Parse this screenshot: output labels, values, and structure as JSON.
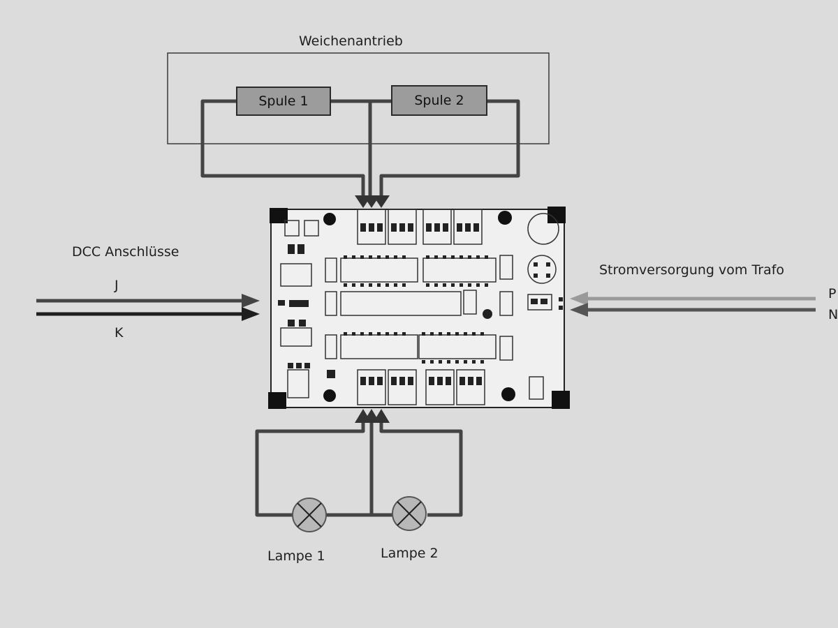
{
  "turnout": {
    "title": "Weichenantrieb",
    "coil1": "Spule 1",
    "coil2": "Spule 2"
  },
  "dcc": {
    "title": "DCC Anschlüsse",
    "wire_j": "J",
    "wire_k": "K"
  },
  "power": {
    "title": "Stromversorgung vom Trafo",
    "wire_p": "P",
    "wire_n": "N"
  },
  "lamps": {
    "lamp1": "Lampe 1",
    "lamp2": "Lampe 2"
  },
  "colors": {
    "paper": "#dcdcdc",
    "wire": "#444444",
    "wire_dark": "#222222",
    "board": "#f0f0f0",
    "coil_fill": "#9c9c9c",
    "lamp_fill": "#b8b8b8"
  }
}
